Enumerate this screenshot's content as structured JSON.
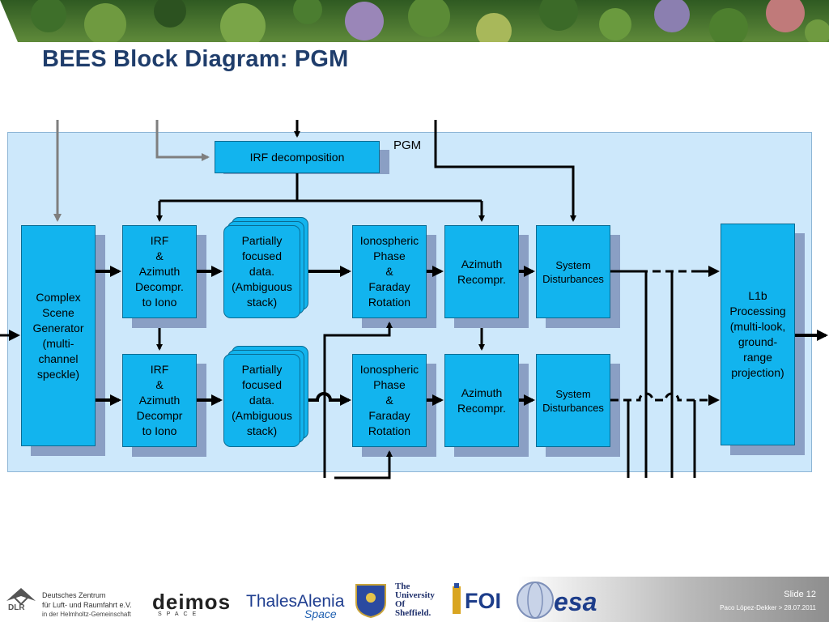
{
  "slide": {
    "title": "BEES Block Diagram: PGM",
    "slide_number": "Slide 12",
    "author_date": "Paco López-Dekker > 28.07.2011"
  },
  "diagram": {
    "panel_label": "PGM",
    "irf_decomposition": "IRF decomposition",
    "complex_scene_generator": [
      "Complex",
      "Scene",
      "Generator",
      "(multi-",
      "channel",
      "speckle)"
    ],
    "irf_azimuth_top": [
      "IRF",
      "&",
      "Azimuth",
      "Decompr.",
      "to Iono"
    ],
    "irf_azimuth_bottom": [
      "IRF",
      "&",
      "Azimuth",
      "Decompr",
      "to Iono"
    ],
    "partially_focused": [
      "Partially",
      "focused",
      "data.",
      "(Ambiguous",
      "stack)"
    ],
    "ionospheric": [
      "Ionospheric",
      "Phase",
      "&",
      "Faraday",
      "Rotation"
    ],
    "azimuth_recompr": [
      "Azimuth",
      "Recompr."
    ],
    "system_disturbances": [
      "System",
      "Disturbances"
    ],
    "l1b_processing": [
      "L1b",
      "Processing",
      "(multi-look,",
      "ground-",
      "range",
      "projection)"
    ]
  },
  "logos": {
    "dlr_name": "DLR",
    "dlr_line1": "Deutsches Zentrum",
    "dlr_line2": "für Luft- und Raumfahrt e.V.",
    "dlr_line3": "in der Helmholtz-Gemeinschaft",
    "deimos": "deimos",
    "deimos_sub": "SPACE",
    "thales": "ThalesAlenia",
    "thales_space": "Space",
    "sheffield": [
      "The",
      "University",
      "Of",
      "Sheffield."
    ],
    "foi": "FOI",
    "esa": "esa"
  },
  "colors": {
    "title": "#1f3d6b",
    "panel_bg": "#cde8fb",
    "block_fill": "#12b4ee",
    "block_shadow": "#8a9fc4",
    "arrow": "#000000",
    "gray_arrow": "#7f7f7f"
  }
}
